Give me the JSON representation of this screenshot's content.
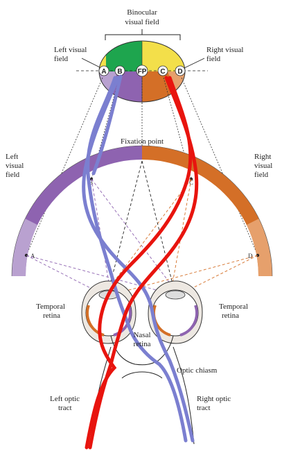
{
  "labels": {
    "binocular_line1": "Binocular",
    "binocular_line2": "visual field",
    "left_visual_field_top_line1": "Left visual",
    "left_visual_field_top_line2": "field",
    "right_visual_field_top_line1": "Right visual",
    "right_visual_field_top_line2": "field",
    "fixation_point": "Fixation point",
    "left_visual_field_side_line1": "Left",
    "left_visual_field_side_line2": "visual",
    "left_visual_field_side_line3": "field",
    "right_visual_field_side_line1": "Right",
    "right_visual_field_side_line2": "visual",
    "right_visual_field_side_line3": "field",
    "temporal_retina_left_line1": "Temporal",
    "temporal_retina_left_line2": "retina",
    "temporal_retina_right_line1": "Temporal",
    "temporal_retina_right_line2": "retina",
    "nasal_retina_line1": "Nasal",
    "nasal_retina_line2": "retina",
    "optic_chiasm": "Optic chiasm",
    "left_optic_tract_line1": "Left optic",
    "left_optic_tract_line2": "tract",
    "right_optic_tract_line1": "Right optic",
    "right_optic_tract_line2": "tract"
  },
  "points": {
    "a_top": "A",
    "b_top": "B",
    "fp_top": "FP",
    "c_top": "C",
    "d_top": "D",
    "a_arc": "A",
    "b_arc": "B",
    "c_arc": "C",
    "d_arc": "D"
  },
  "colors": {
    "left_field_purple": "#8e63b0",
    "left_field_light": "#b9a1d0",
    "right_field_orange": "#d46f27",
    "right_field_light": "#e6a06c",
    "binocular_green": "#1ea54e",
    "binocular_yellow": "#f3df4a",
    "pathway_blue": "#7b7fd0",
    "pathway_red": "#e8140e"
  }
}
